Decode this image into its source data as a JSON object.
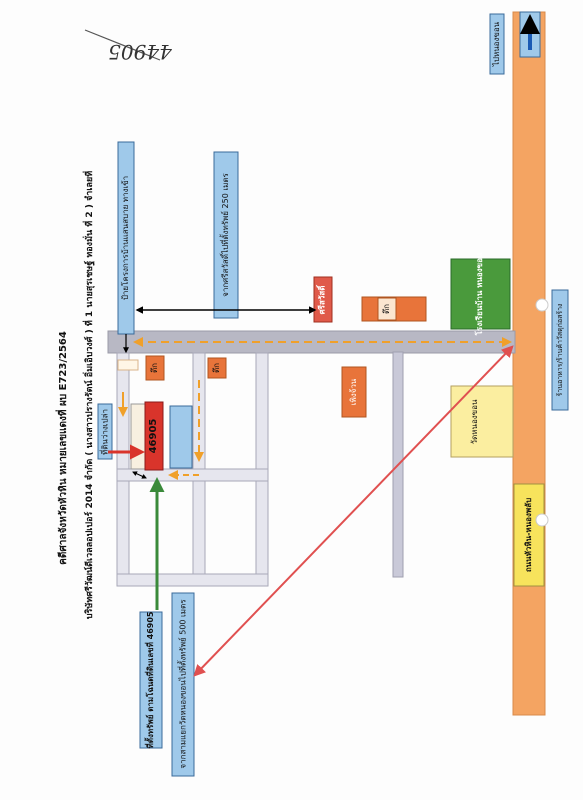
{
  "handwritten_number": "44905",
  "title_line_1": "คดีศาลจังหวัดหัวหิน หมายเลขแดงที่ ผบ E723/2564",
  "title_line_2": "บริษัทศรีวัฒน์ดีเวลลอปเปอร์ 2014 จำกัด ( นางสาวปรางรัตน์ อิ่มเอิบวงศ์ ) ที่ 1 นายสุรเชษฐ์ ทองมั่น ที่ 2 ) จำเลยที่",
  "labels": {
    "parcel_number": "46905",
    "vacant_land": "ที่ดินว่างเปล่า",
    "property_location": "ที่ตั้งทรัพย์ ตามโฉนดที่ดินเลขที่ 46905",
    "distance_500": "จากสามแยกวัดหนองขอนไปที่ตั้งทรัพย์ 500 เมตร",
    "distance_250": "จากศรีสวัสดิ์ไปที่ตั้งทรัพย์ 250 เมตร",
    "project_sign": "ป้ายโครงการบ้านแสนสบาย ทางเข้า",
    "sri_sawat": "ศรีสวัสดิ์",
    "building": "ตึก",
    "pean_juan": "เพิงจ้วน",
    "school": "โรงเรียนบ้าน หนองขอน",
    "temple": "วัดหนองขอน",
    "main_road": "ถนนหัวหิน-หนองพลับ",
    "to_nong_khon": "ไปหนองขอน",
    "to_branch": "ร้านอาหาร/ร้านค้าวัสดุก่อสร้าง"
  },
  "colors": {
    "main_road": "#f4a462",
    "side_road": "#c9c9d8",
    "school": "#4a9a3c",
    "label_box": "#9fc9ea",
    "building": "#e8743a",
    "sri_sawat": "#e05a4a",
    "temple": "#fbeea0",
    "main_road_label": "#f7e35c",
    "parcel": "#d9342b",
    "distance_arrow": "#f0a02a",
    "diagonal_arrow": "#e05050",
    "location_arrow": "#3a8a3a"
  }
}
